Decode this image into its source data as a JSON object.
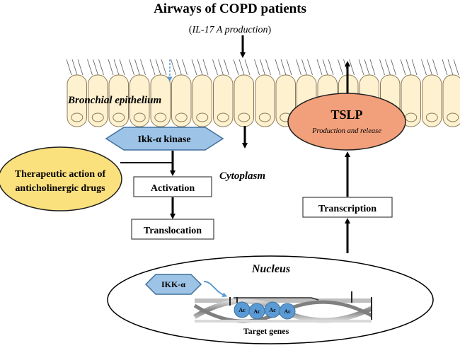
{
  "title": "Airways of COPD patients",
  "subtitle_prefix": "(",
  "subtitle_italic": "IL-17 A  production",
  "subtitle_suffix": ")",
  "epithelium_label": "Bronchial epithelium",
  "cytoplasm_label": "Cytoplasm",
  "nucleus_label": "Nucleus",
  "tslp": {
    "title": "TSLP",
    "subtitle": "Production and release",
    "fill": "#f2a07b"
  },
  "kinase_label": "Ikk-α kinase",
  "ikk_label": "IKK-α",
  "therapeutic": {
    "line1": "Therapeutic action of",
    "line2": "anticholinergic drugs",
    "fill": "#fbe07e"
  },
  "boxes": {
    "activation": "Activation",
    "translocation": "Translocation",
    "transcription": "Transcription"
  },
  "acetyl_labels": [
    "Ac",
    "Ac",
    "Ac",
    "Ac"
  ],
  "target_genes_label": "Target genes",
  "colors": {
    "cell_fill": "#fdf1cf",
    "cell_stroke": "#8c7a55",
    "kinase_fill": "#9dc3e6",
    "kinase_stroke": "#41719c",
    "acetyl_fill": "#5b9bd5",
    "arrow": "#000000",
    "dashed_arrow": "#5b9bd5"
  }
}
